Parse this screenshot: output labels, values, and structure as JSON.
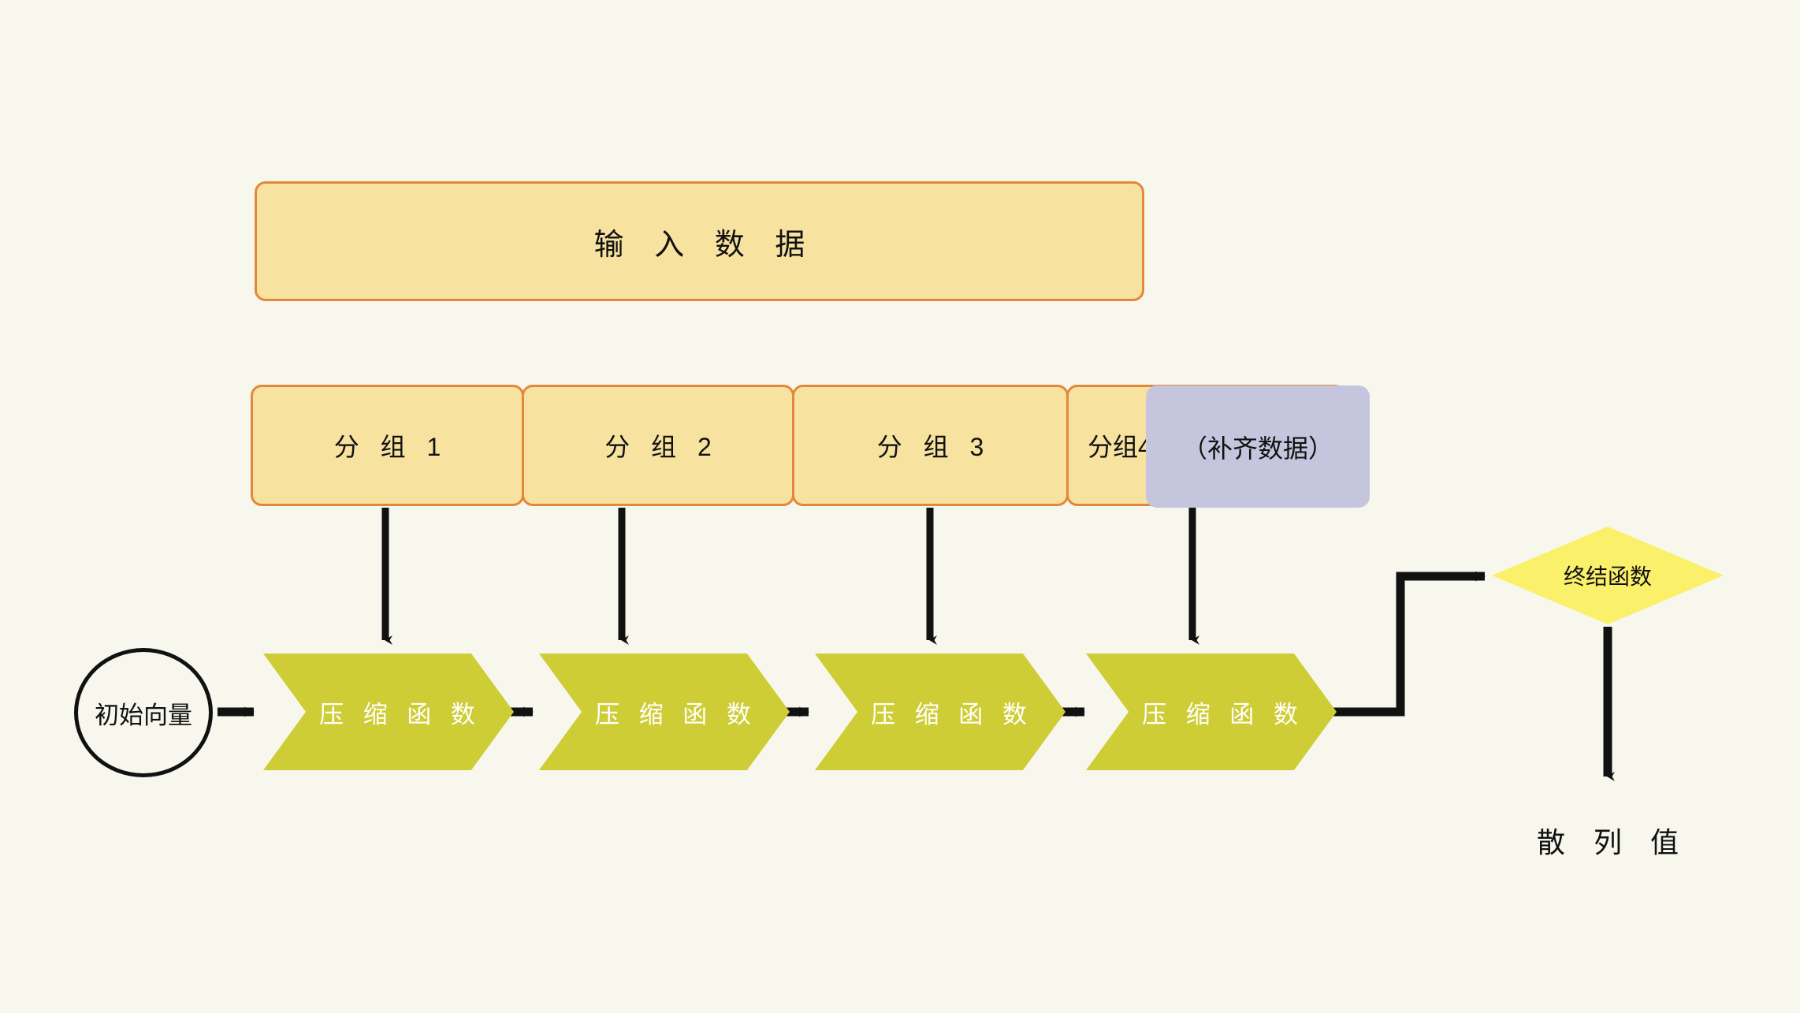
{
  "diagram": {
    "title_text": "输 入 数 据",
    "background_color": "#f7f7ed",
    "input_block": {
      "label": "输 入 数 据",
      "fill": "#f8e2a0",
      "stroke": "#e2883c"
    },
    "groups": [
      {
        "label": "分 组 1",
        "fill": "#f8e2a0",
        "stroke": "#e2883c"
      },
      {
        "label": "分 组 2",
        "fill": "#f8e2a0",
        "stroke": "#e2883c"
      },
      {
        "label": "分 组 3",
        "fill": "#f8e2a0",
        "stroke": "#e2883c"
      },
      {
        "label": "分组4",
        "fill": "#f8e2a0",
        "stroke": "#e2883c"
      }
    ],
    "padding_block": {
      "label": "（补齐数据）",
      "fill": "#c5c6dd"
    },
    "initial_vector": {
      "label": "初始向量",
      "stroke": "#111111"
    },
    "compression_stages": [
      {
        "label": "压 缩 函 数",
        "fill": "#cfcd36",
        "text_color": "#ffffff"
      },
      {
        "label": "压 缩 函 数",
        "fill": "#cfcd36",
        "text_color": "#ffffff"
      },
      {
        "label": "压 缩 函 数",
        "fill": "#cfcd36",
        "text_color": "#ffffff"
      },
      {
        "label": "压 缩 函 数",
        "fill": "#cfcd36",
        "text_color": "#ffffff"
      }
    ],
    "finalization": {
      "label": "终结函数",
      "fill": "#fbf06a"
    },
    "output": {
      "label": "散 列 值"
    },
    "connector_color": "#111111"
  }
}
